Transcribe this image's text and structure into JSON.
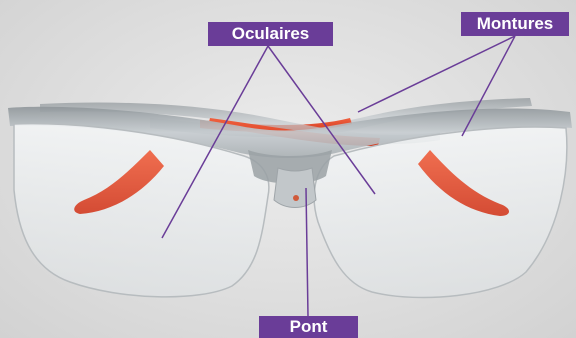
{
  "labels": {
    "oculaires": "Oculaires",
    "montures": "Montures",
    "pont": "Pont"
  },
  "colors": {
    "label_background": "#6a3d98",
    "label_text": "#ffffff",
    "leader_line": "#6a3d98",
    "temple_orange": "#e8452a",
    "frame_clear": "#c9cfd3"
  },
  "parts": [
    "left-lens",
    "right-lens",
    "left-temple",
    "right-temple",
    "bridge",
    "nose-pads"
  ]
}
